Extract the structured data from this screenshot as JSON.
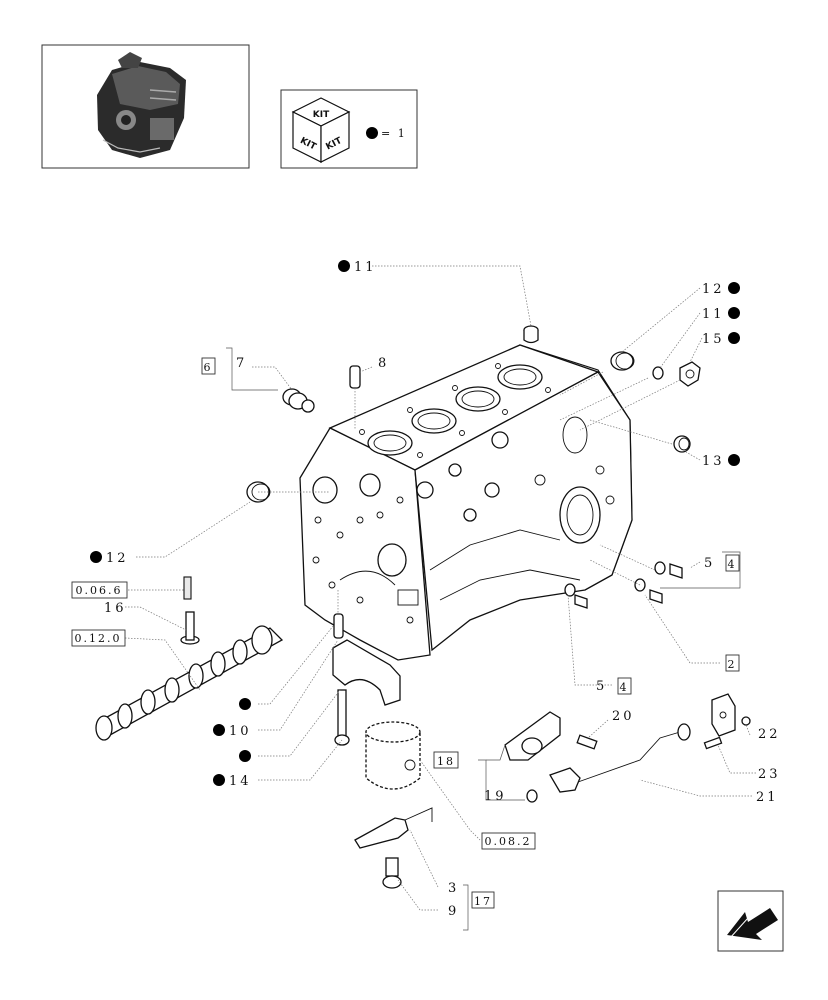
{
  "kit_legend": {
    "kit_top": "KIT",
    "kit_left": "KIT",
    "kit_right": "KIT",
    "equals": "= 1"
  },
  "callouts": {
    "c11_top": "11",
    "c12_right": "12",
    "c11_right": "11",
    "c15": "15",
    "c13": "13",
    "c7": "7",
    "c8": "8",
    "c6_box": "6",
    "c12_left": "12",
    "c5_a": "5",
    "c4_a": "4",
    "c2_box": "2",
    "c5_b": "5",
    "c4_b": "4",
    "ref_0066": "0.06.6",
    "c16": "16",
    "ref_0120": "0.12.0",
    "c10": "10",
    "c14": "14",
    "c20": "20",
    "c18_box": "18",
    "c19": "19",
    "c22": "22",
    "c23": "23",
    "c21": "21",
    "ref_0082": "0.08.2",
    "c3": "3",
    "c9": "9",
    "c17_box": "17"
  },
  "icons": {
    "engine_thumbnail": "engine-thumbnail-icon",
    "kit_cube": "kit-cube-icon",
    "kit_marker": "black-dot-icon",
    "navigation": "navigation-arrow-icon"
  }
}
